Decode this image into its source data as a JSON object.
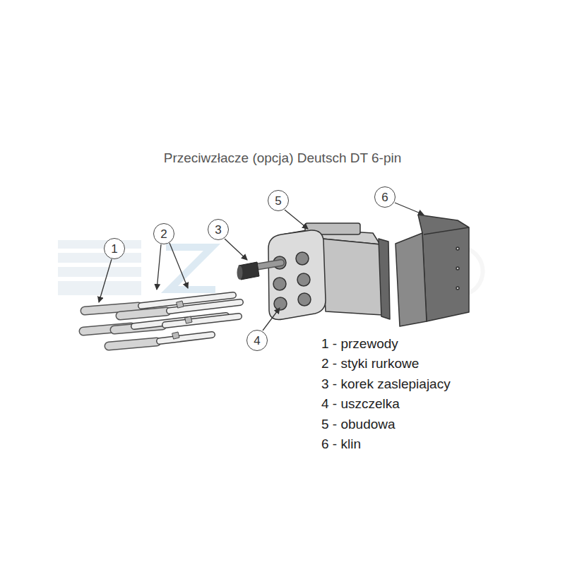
{
  "diagram": {
    "title": "Przeciwzłacze (opcja) Deutsch DT 6-pin",
    "nodes": [
      {
        "text": [
          "1"
        ]
      },
      {
        "text": [
          "2"
        ]
      },
      {
        "text": [
          "3"
        ]
      },
      {
        "text": [
          "4"
        ]
      },
      {
        "text": [
          "5"
        ]
      },
      {
        "text": [
          "6"
        ]
      }
    ],
    "labels": [
      "1 - przewody",
      "2 - styki rurkowe",
      "3 - korek zaslepiajacy",
      "4 - uszczelka",
      "5 - obudowa",
      "6 - klin"
    ]
  }
}
